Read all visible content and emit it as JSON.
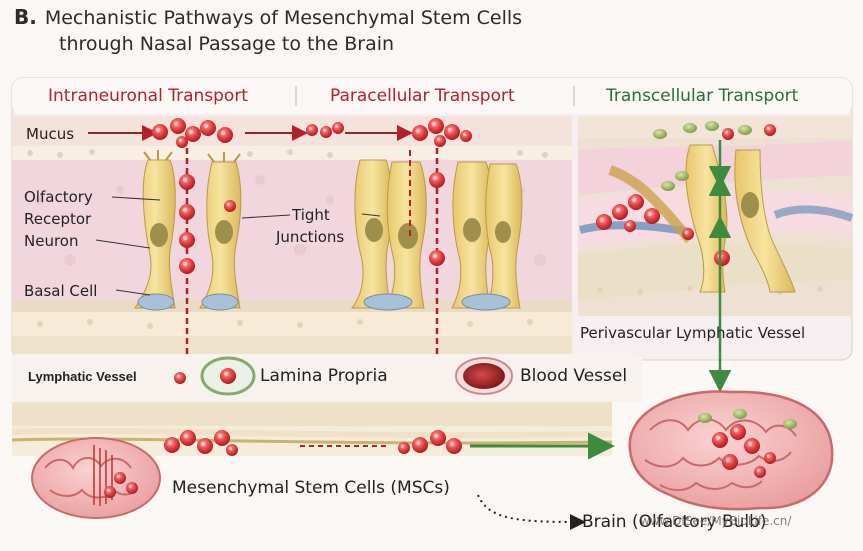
{
  "figure": {
    "letter": "B.",
    "title_line1": "Mechanistic Pathways of Mesenchymal Stem Cells",
    "title_line2": "through Nasal Passage to the Brain"
  },
  "panels": [
    {
      "label": "Intraneuronal Transport",
      "color": "#b4202a"
    },
    {
      "label": "Paracellular Transport",
      "color": "#b4202a"
    },
    {
      "label": "Transcellular Transport",
      "color": "#2f6b3a"
    }
  ],
  "labels": {
    "mucus": "Mucus",
    "orn_1": "Olfactory",
    "orn_2": "Receptor",
    "orn_3": "Neuron",
    "basal_cell": "Basal Cell",
    "tight_1": "Tight",
    "tight_2": "Junctions",
    "perivascular": "Perivascular Lymphatic Vessel",
    "lymphatic": "Lymphatic Vessel",
    "lamina": "Lamina Propria",
    "blood": "Blood Vessel",
    "mscs": "Mesenchymal Stem Cells (MSCs)",
    "brain_label": "Brain (Olfactory Bulb)",
    "watermark": "www.DISee/MyBioLife.cn/"
  },
  "colors": {
    "red_arrow": "#b4202a",
    "green_arrow": "#3f8a3e",
    "cell_red": "#e03c3c",
    "neuron_yellow": "#f1d98a",
    "tissue_pink": "#f2d4dc",
    "brain_pink": "#f3b5b5"
  },
  "icons": [
    "red-stem-cell-icon",
    "green-particle-icon",
    "brain-icon",
    "blood-cell-icon"
  ]
}
